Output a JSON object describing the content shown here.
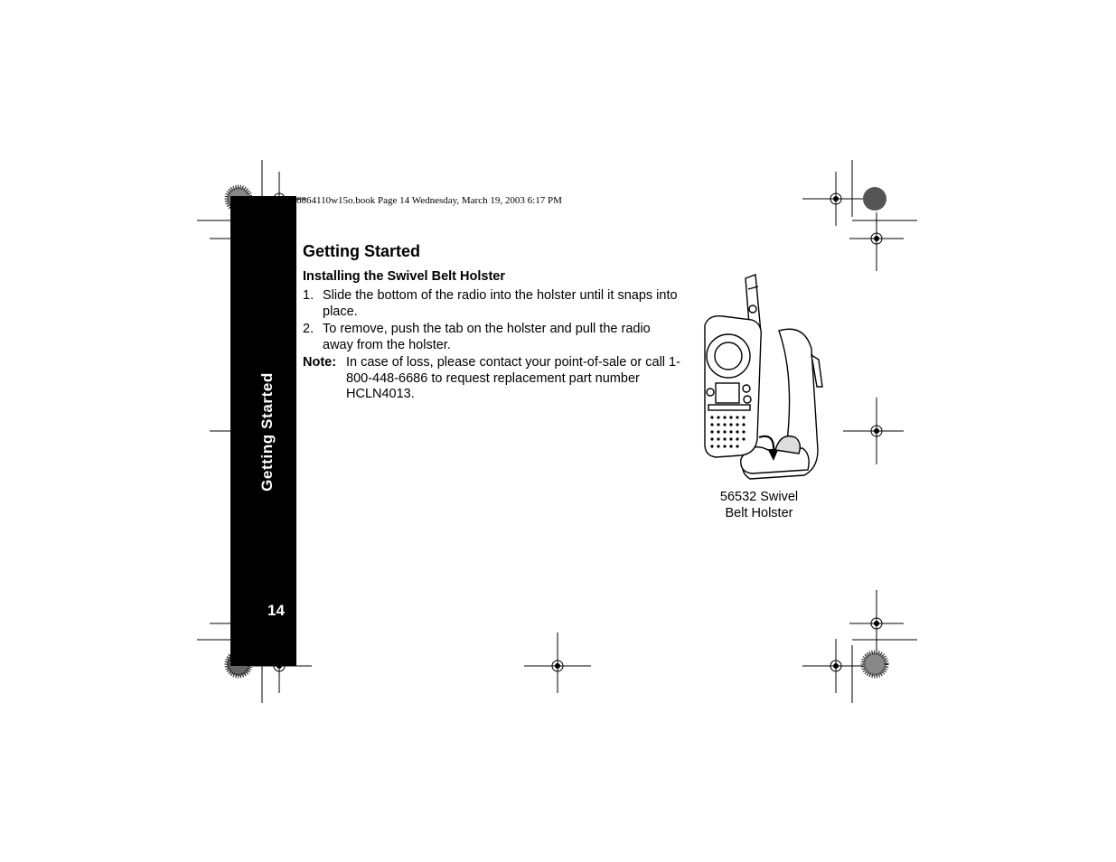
{
  "file_header": "6864110w15o.book  Page 14  Wednesday, March 19, 2003  6:17 PM",
  "side_tab": "Getting Started",
  "page_number": "14",
  "page_title": "Getting Started",
  "section_heading": "Installing the Swivel Belt Holster",
  "steps": [
    {
      "number": "1.",
      "text": "Slide the bottom of the radio into the holster until it snaps into place."
    },
    {
      "number": "2.",
      "text": "To remove, push the tab on the holster and pull the radio away from the holster."
    }
  ],
  "note": {
    "label": "Note:",
    "text": "In case of loss, please contact your point-of-sale or call 1-800-448-6686 to request replacement part number HCLN4013."
  },
  "figure": {
    "caption_line1": "56532 Swivel",
    "caption_line2": "Belt Holster"
  }
}
